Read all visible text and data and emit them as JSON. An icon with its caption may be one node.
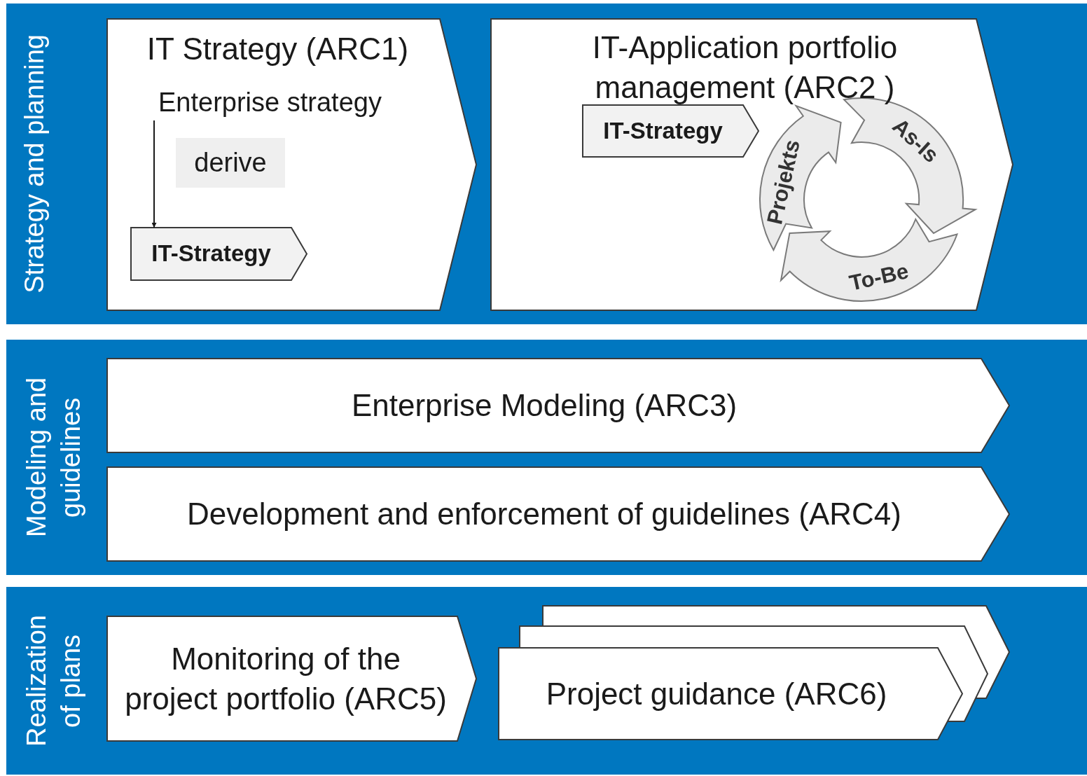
{
  "diagram": {
    "nodes": [
      {
        "text": [
          "Strategy and planning"
        ]
      },
      {
        "text": [
          "IT Strategy (ARC1)"
        ],
        "in": 0
      },
      {
        "text": [
          "Enterprise strategy"
        ],
        "in": 1
      },
      {
        "text": [
          "IT-Strategy"
        ],
        "in": 1
      },
      {
        "text": [
          "IT-Application portfolio management (ARC2 )"
        ],
        "in": 0
      },
      {
        "text": [
          "IT-Strategy"
        ],
        "in": 4
      },
      {
        "text": [
          "As-Is"
        ],
        "in": 4
      },
      {
        "text": [
          "To-Be"
        ],
        "in": 4
      },
      {
        "text": [
          "Projekts"
        ],
        "in": 4
      },
      {
        "text": [
          "Modeling and guidelines"
        ]
      },
      {
        "text": [
          "Enterprise Modeling (ARC3)"
        ],
        "in": 9
      },
      {
        "text": [
          "Development and enforcement of guidelines (ARC4)"
        ],
        "in": 9
      },
      {
        "text": [
          "Realization of plans"
        ]
      },
      {
        "text": [
          "Monitoring of the project portfolio (ARC5)"
        ],
        "in": 12
      },
      {
        "text": [
          "Project guidance (ARC6)"
        ],
        "in": 12
      },
      {
        "text": [],
        "shape": "chevron",
        "in": 12
      },
      {
        "text": [],
        "shape": "chevron",
        "in": 12
      }
    ],
    "edges": [
      {
        "from": 2,
        "to": 3,
        "arrow": "to",
        "label": "derive"
      }
    ]
  }
}
